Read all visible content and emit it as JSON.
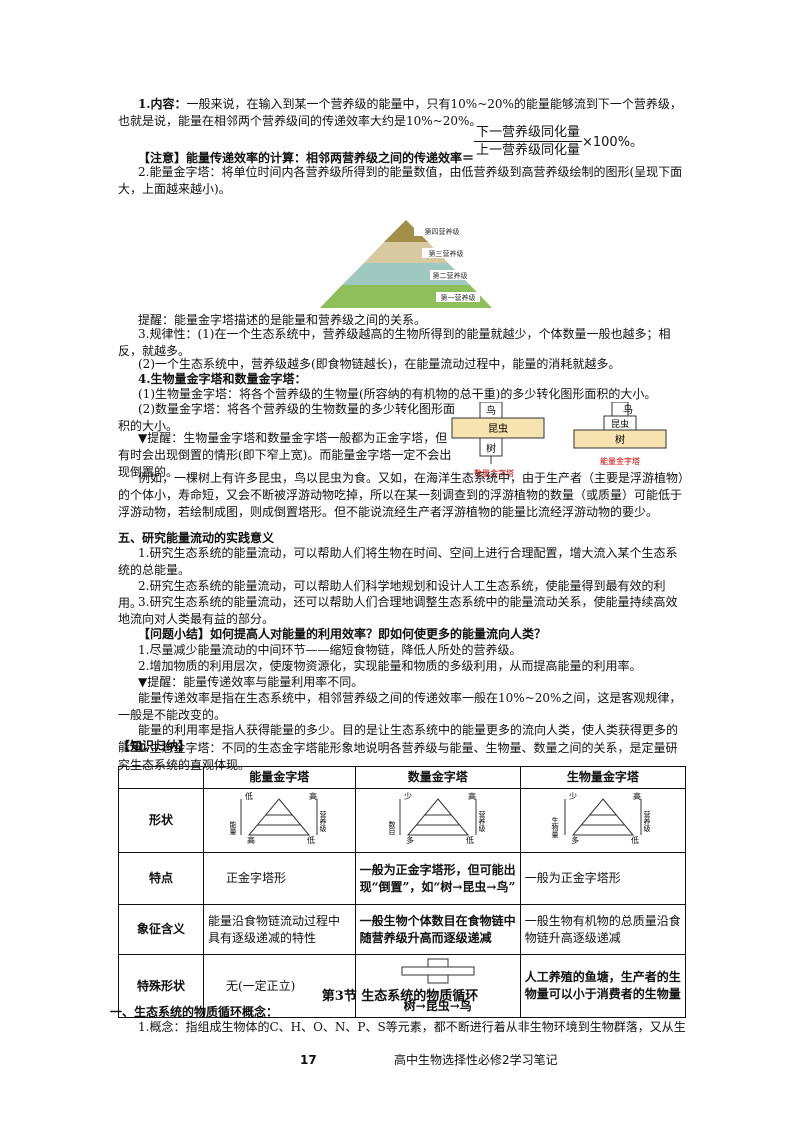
{
  "para1_title": "1.内容：",
  "para1_body": "一般来说，在输入到某一个营养级的能量中，只有10%~20%的能量能够流到下一个营养级，也就是说，能量在相邻两个营养级间的传递效率大约是10%~20%。",
  "formula": {
    "numerator": "下一营养级同化量",
    "denominator": "上一营养级同化量",
    "times": "×100%。"
  },
  "note": "【注意】能量传递效率的计算：相邻两营养级之间的传递效率＝",
  "para2": "2.能量金字塔：将单位时间内各营养级所得到的能量数值，由低营养级到高营养级绘制的图形(呈现下面大，上面越来越小)。",
  "pyramid_labels": [
    "第四营养级",
    "第三营养级",
    "第二营养级",
    "第一营养级"
  ],
  "tip1": "提醒：能量金字塔描述的是能量和营养级之间的关系。",
  "para3a": "3.规律性：(1)在一个生态系统中，营养级越高的生物所得到的能量就越少，个体数量一般也越多；相反，就越多。",
  "para3b": "(2)一个生态系统中，营养级越多(即食物链越长)，在能量流动过程中，能量的消耗就越多。",
  "para4": "4.生物量金字塔和数量金字塔：",
  "para4_1": "(1)生物量金字塔：将各个营养级的生物量(所容纳的有机物的总干重)的多少转化图形面积的大小。",
  "para4_2": "(2)数量金字塔：将各个营养级的生物数量的多少转化图形面积的大小。",
  "tip2": "▼提醒：生物量金字塔和数量金字塔一般都为正金字塔，但有时会出现倒置的情形(即下窄上宽)。而能量金字塔一定不会出现倒置的。",
  "example": "例如，一棵树上有许多昆虫，鸟以昆虫为食。又如，在海洋生态系统中，由于生产者（主要是浮游植物）的个体小，寿命短，又会不断被浮游动物吃掉，所以在某一刻调查到的浮游植物的数量（或质量）可能低于浮游动物，若绘制成图，则成倒置塔形。但不能说流经生产者浮游植物的能量比流经浮游动物的要少。",
  "diagram1": {
    "top": "鸟",
    "mid": "昆虫",
    "bot": "树",
    "caption": "数量金字塔"
  },
  "diagram2": {
    "top": "鸟",
    "mid": "昆虫",
    "bot": "树",
    "caption": "能量金字塔"
  },
  "sec5": "五、研究能量流动的实践意义",
  "sec5_1": "1.研究生态系统的能量流动，可以帮助人们将生物在时间、空间上进行合理配置，增大流入某个生态系统的总能量。",
  "sec5_2": "2.研究生态系统的能量流动，可以帮助人们科学地规划和设计人工生态系统，使能量得到最有效的利用。",
  "sec5_3": "3.研究生态系统的能量流动，还可以帮助人们合理地调整生态系统中的能量流动关系，使能量持续高效地流向对人类最有益的部分。",
  "q": "【问题小结】如何提高人对能量的利用效率？即如何使更多的能量流向人类？",
  "q1": "1.尽量减少能量流动的中间环节——缩短食物链，降低人所处的营养级。",
  "q2": "2.增加物质的利用层次，使废物资源化，实现能量和物质的多级利用，从而提高能量的利用率。",
  "tip3": "▼提醒：能量传递效率与能量利用率不同。",
  "diff1": "能量传递效率是指在生态系统中，相邻营养级之间的传递效率一般在10%~20%之间，这是客观规律，一般是不能改变的。",
  "diff2": "能量的利用率是指人获得能量的多少。目的是让生态系统中的能量更多的流向人类，使人类获得更多的能量。",
  "knowledge": "【知识归纳】",
  "k1": "1.生态金字塔：不同的生态金字塔能形象地说明各营养级与能量、生物量、数量之间的关系，是定量研究生态系统的直观体现。",
  "table": {
    "headers": [
      "",
      "能量金字塔",
      "数量金字塔",
      "生物量金字塔"
    ],
    "row_shape": "形状",
    "shape_labels": {
      "energy": {
        "top_left": "低",
        "top_right": "高",
        "bottom_left": "高",
        "bottom_right": "低",
        "left_axis": "能量",
        "right_axis": "营养级"
      },
      "number": {
        "top_left": "少",
        "top_right": "高",
        "bottom_left": "多",
        "bottom_right": "低",
        "left_axis": "数目",
        "right_axis": "营养级"
      },
      "biomass": {
        "top_left": "少",
        "top_right": "高",
        "bottom_left": "多",
        "bottom_right": "低",
        "left_axis": "生物量",
        "right_axis": "营养级"
      }
    },
    "row_feature": "特点",
    "feature": [
      "正金字塔形",
      "一般为正金字塔形，但可能出现“倒置”，如“树→昆虫→鸟”",
      "一般为正金字塔形"
    ],
    "row_meaning": "象征含义",
    "meaning": [
      "能量沿食物链流动过程中具有逐级递减的特性",
      "一般生物个体数目在食物链中随营养级升高而逐级递减",
      "一般生物有机物的总质量沿食物链升高逐级递减"
    ],
    "row_special": "特殊形状",
    "special": [
      "无(一定正立)",
      "树→昆虫→鸟",
      "人工养殖的鱼塘，生产者的生物量可以小于消费者的生物量"
    ]
  },
  "section_title": "第3节    生态系统的物质循环",
  "sec1": "一、生态系统的物质循环概念：",
  "sec1_1": "1.概念：指组成生物体的C、H、O、N、P、S等元素，都不断进行着从非生物环境到生物群落，又从生",
  "footer": {
    "page": "17",
    "title": "高中生物选择性必修2学习笔记"
  }
}
